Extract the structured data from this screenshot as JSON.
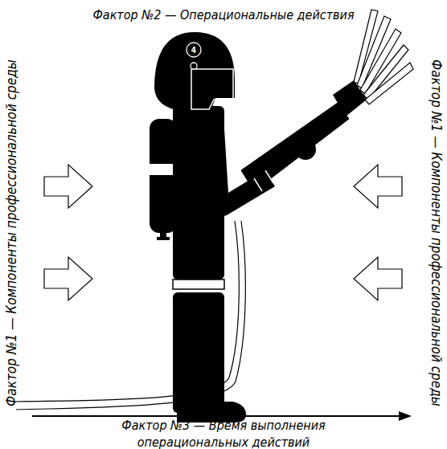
{
  "diagram": {
    "labels": [
      "Фактор №2 — Операциональные действия",
      "Фактор №1 — Компоненты профессиональной среды",
      "Фактор №1 — Компоненты профессиональной среды",
      "Фактор №3 — Время выполнения операциональных действий",
      "4"
    ]
  }
}
